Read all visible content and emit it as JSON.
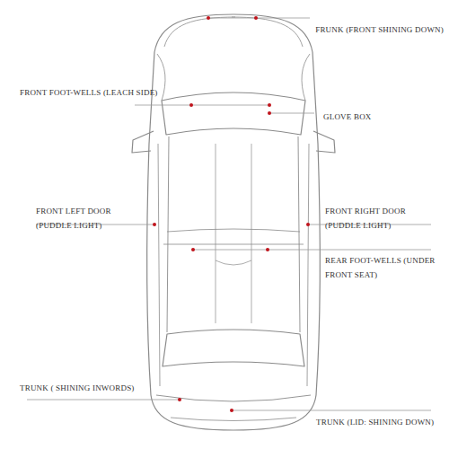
{
  "diagram": {
    "labels": [
      "FRUNK (FRONT SHINING DOWN)",
      "FRONT FOOT-WELLS (LEACH SIDE)",
      "GLOVE BOX",
      "FRONT LEFT DOOR (PUDDLE LIGHT)",
      "FRONT RIGHT DOOR (PUDDLE LIGHT)",
      "REAR FOOT-WELLS (UNDER FRONT SEAT)",
      "TRUNK ( SHINING INWORDS)",
      "TRUNK (LID: SHINING DOWN)"
    ]
  }
}
